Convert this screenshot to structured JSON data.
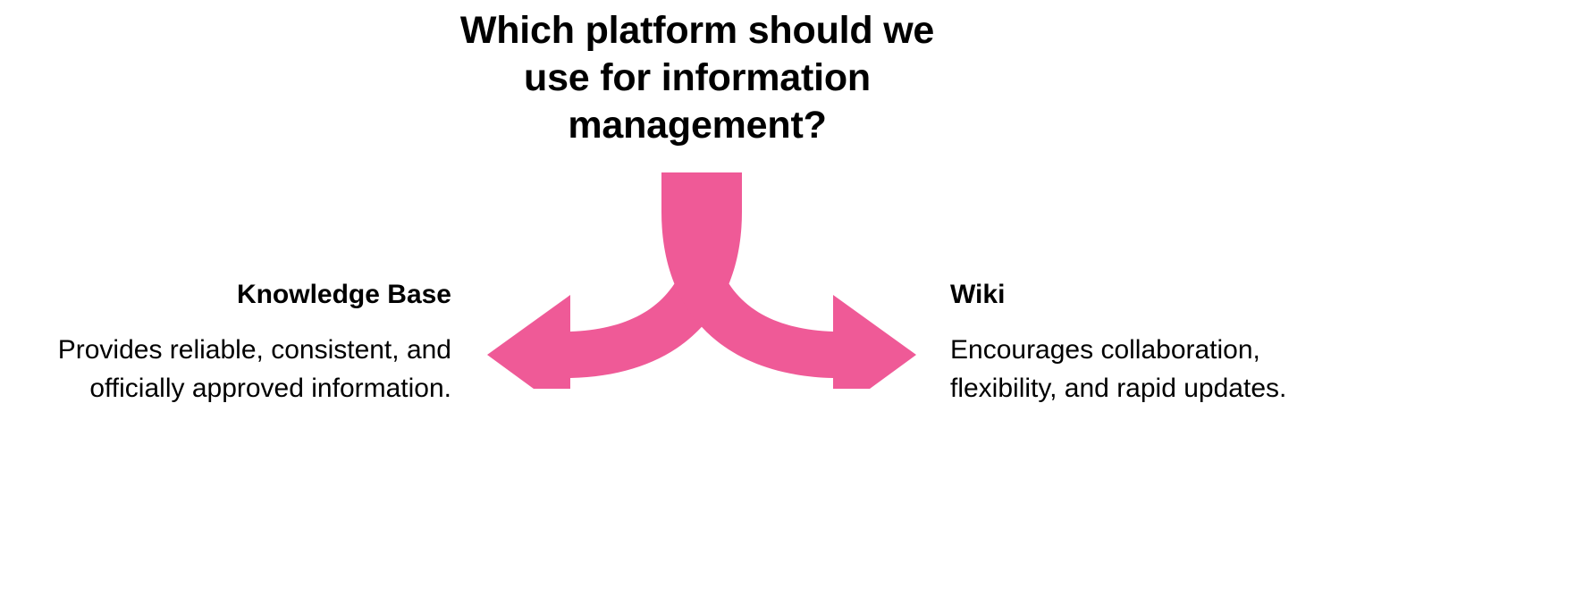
{
  "diagram": {
    "type": "split-arrow-decision",
    "title": "Which platform should we use for information management?",
    "title_lines": "Which platform should we\nuse for information\nmanagement?",
    "accent_color": "#ef5a97",
    "background_color": "#ffffff",
    "text_color": "#000000",
    "arrow": {
      "name": "split-arrow",
      "direction_left": "left",
      "direction_right": "right",
      "color": "#ef5a97"
    },
    "branches": [
      {
        "id": "knowledge-base",
        "label": "Knowledge Base",
        "description": "Provides reliable, consistent, and officially approved information.",
        "align": "right"
      },
      {
        "id": "wiki",
        "label": "Wiki",
        "description": "Encourages collaboration, flexibility, and rapid updates.",
        "align": "left"
      }
    ]
  }
}
